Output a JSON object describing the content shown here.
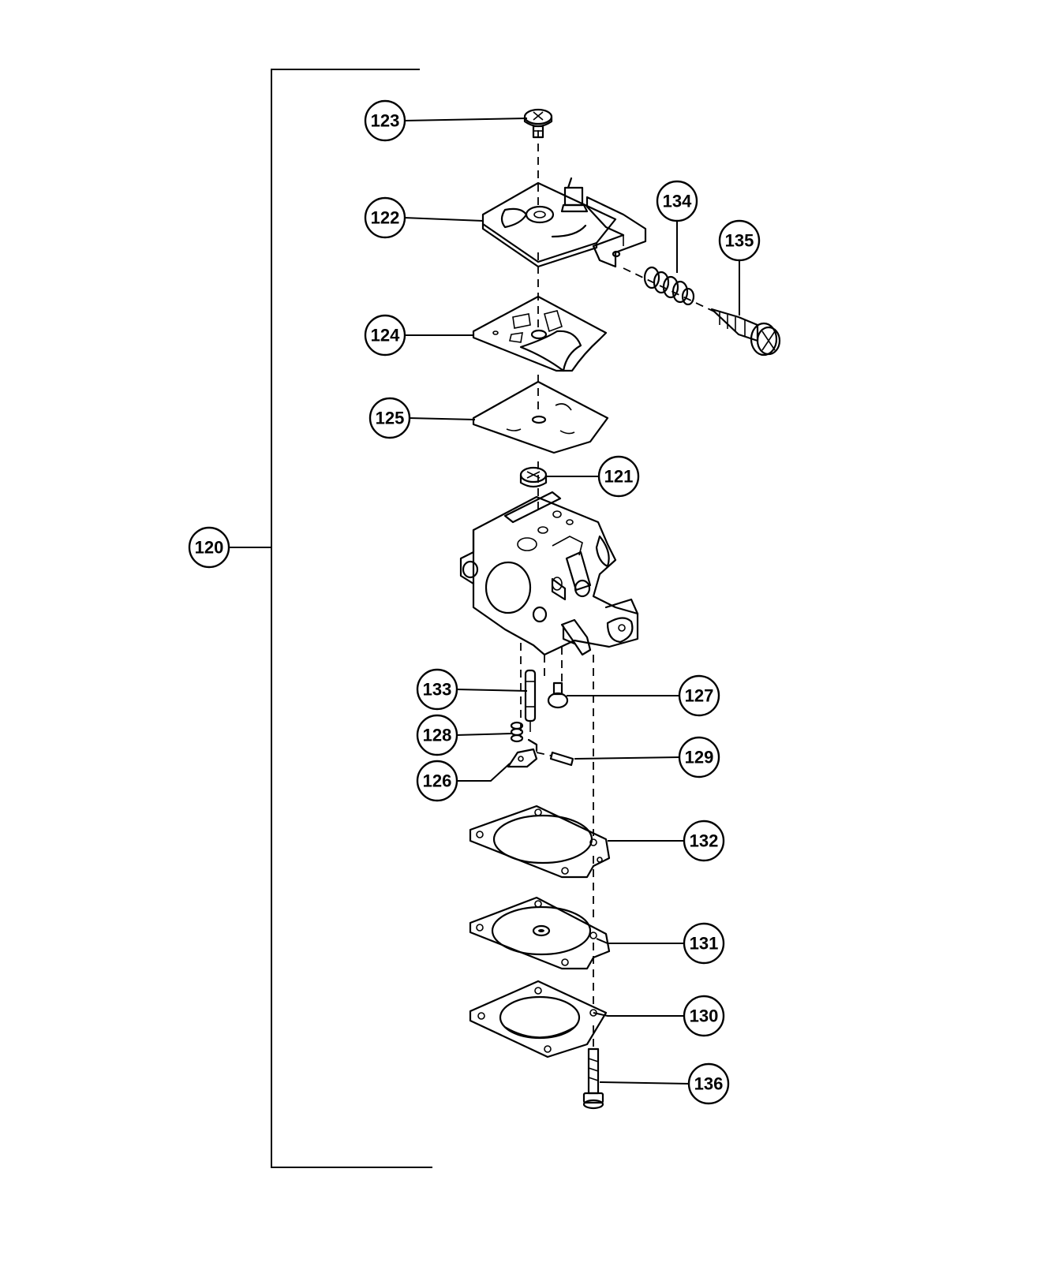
{
  "callouts": {
    "c120": "120",
    "c121": "121",
    "c122": "122",
    "c123": "123",
    "c124": "124",
    "c125": "125",
    "c126": "126",
    "c127": "127",
    "c128": "128",
    "c129": "129",
    "c130": "130",
    "c131": "131",
    "c132": "132",
    "c133": "133",
    "c134": "134",
    "c135": "135",
    "c136": "136"
  }
}
